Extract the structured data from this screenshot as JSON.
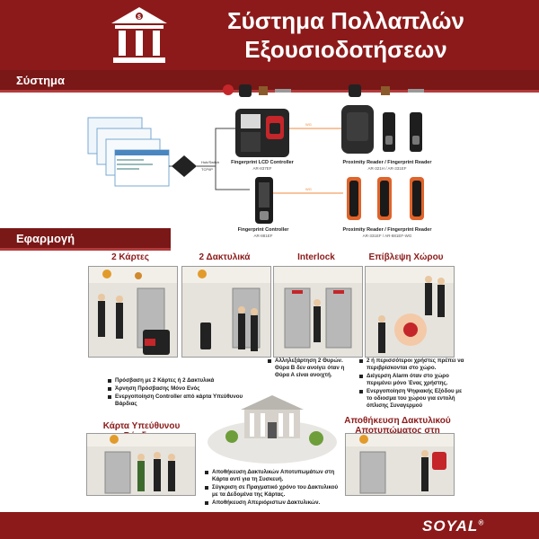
{
  "header": {
    "title_line1": "Σύστημα Πολλαπλών",
    "title_line2": "Εξουσιοδοτήσεων",
    "logo_icon": "bank-icon"
  },
  "sections": {
    "system": "Σύστημα",
    "application": "Εφαρμογή"
  },
  "system_diagram": {
    "network_labels": [
      "Hub/Switch",
      "TCP/IP"
    ],
    "line_labels": [
      "WG",
      "WG"
    ],
    "devices": [
      {
        "name": "Fingerprint LCD Controller",
        "model": "AR-837EF"
      },
      {
        "name": "Proximity Reader / Fingerprint Reader",
        "model": "AR-321H / AR-331EF"
      },
      {
        "name": "Fingerprint Controller",
        "model": "AR-881EF"
      },
      {
        "name": "Proximity Reader / Fingerprint Reader",
        "model": "AR-331EF / AR-881EF-WG"
      }
    ]
  },
  "applications": [
    {
      "title": "2 Κάρτες",
      "bullets": [
        "Πρόσβαση με 2 Κάρτες ή 2 Δακτυλικά",
        "Άρνηση Πρόσβασης Μόνο Ενός",
        "Ενεργοποίηση Controller από κάρτα Υπεύθυνου Βάρδιας"
      ]
    },
    {
      "title": "2 Δακτυλικά",
      "bullets": []
    },
    {
      "title": "Interlock",
      "bullets": [
        "Αλληλεξάρτηση 2 Θυρών. Θύρα Β δεν ανοίγει όταν η Θύρα Α είναι ανοιχτή."
      ]
    },
    {
      "title": "Επίβλεψη Χώρου",
      "bullets": [
        "2 ή περισσότεροι χρήστες πρέπει να περιβρίσκονται στο χώρο.",
        "Διέγερση Alarm όταν στο χώρο περιμένει μόνο Ένας χρήστης.",
        "Ενεργοποίηση Ψηφιακής Εξόδου με το οδιοσμα του χώρου για εντολή όπλισης Συναγερμού"
      ]
    },
    {
      "title": "Κάρτα Υπεύθυνου Βάρδιας",
      "bullets": []
    },
    {
      "title": "Αποθήκευση Δακτυλικού Αποτυπώματος στη Κάρτα",
      "bullets": [
        "Αποθήκευση Δακτυλικών Αποτυπωμάτων στη Κάρτα αντί για τη Συσκευή.",
        "Σύγκριση σε Πραγματικό χρόνο του Δακτυλικού με τα Δεδομένα της Κάρτας.",
        "Αποθήκευση Απεριόριστων Δακτυλικών."
      ]
    }
  ],
  "footer": {
    "brand": "SOYAL",
    "registered": "®"
  },
  "colors": {
    "brand_red": "#8c1a1a",
    "wire_orange": "#f08a3c"
  }
}
